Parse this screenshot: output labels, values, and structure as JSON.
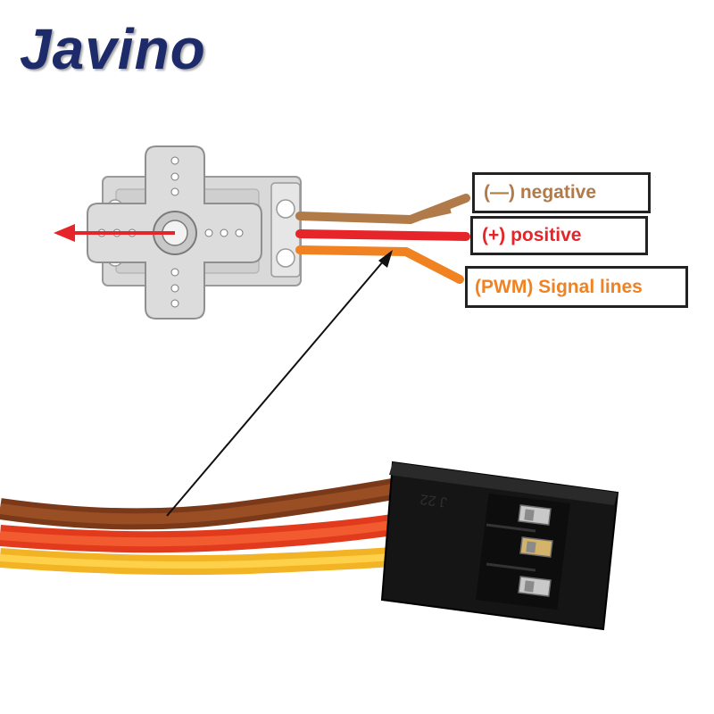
{
  "brand": {
    "logo_text": "Javino"
  },
  "labels": {
    "negative": "(—)  negative",
    "positive": "(+)  positive",
    "signal": "(PWM)  Signal lines"
  },
  "connector": {
    "imprint": "J 22"
  },
  "colors": {
    "brand": "#1d2b6b",
    "negative_wire": "#b07a49",
    "positive_wire": "#e5252a",
    "signal_wire": "#f08222",
    "arrow_red": "#e5252a"
  },
  "icons": [
    "servo-motor-icon",
    "rotation-arrow-icon",
    "servo-connector-icon",
    "pointer-arrow-icon"
  ]
}
